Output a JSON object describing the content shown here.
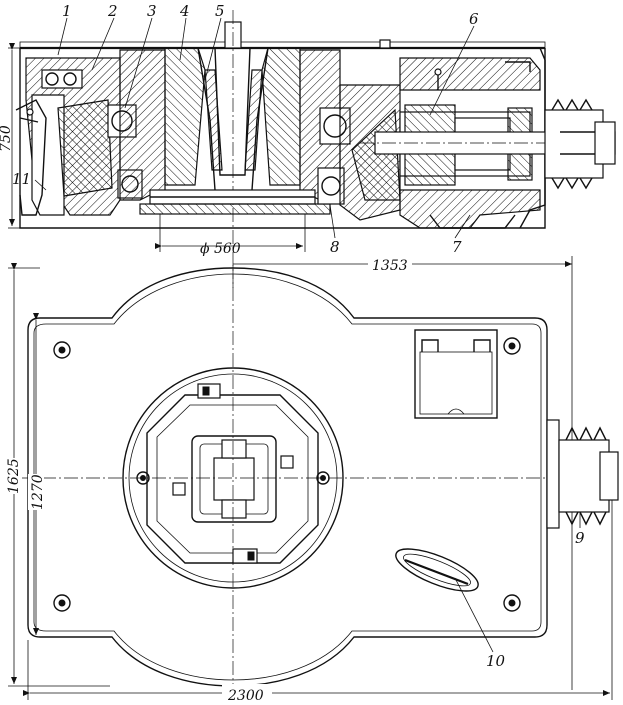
{
  "part_labels": {
    "p1": "1",
    "p2": "2",
    "p3": "3",
    "p4": "4",
    "p5": "5",
    "p6": "6",
    "p7": "7",
    "p8": "8",
    "p9": "9",
    "p10": "10",
    "p11": "11"
  },
  "dimensions": {
    "height_section": "750",
    "diameter": "ϕ 560",
    "offset": "1353",
    "height_total": "1625",
    "height_inner": "1270",
    "width_total": "2300"
  }
}
